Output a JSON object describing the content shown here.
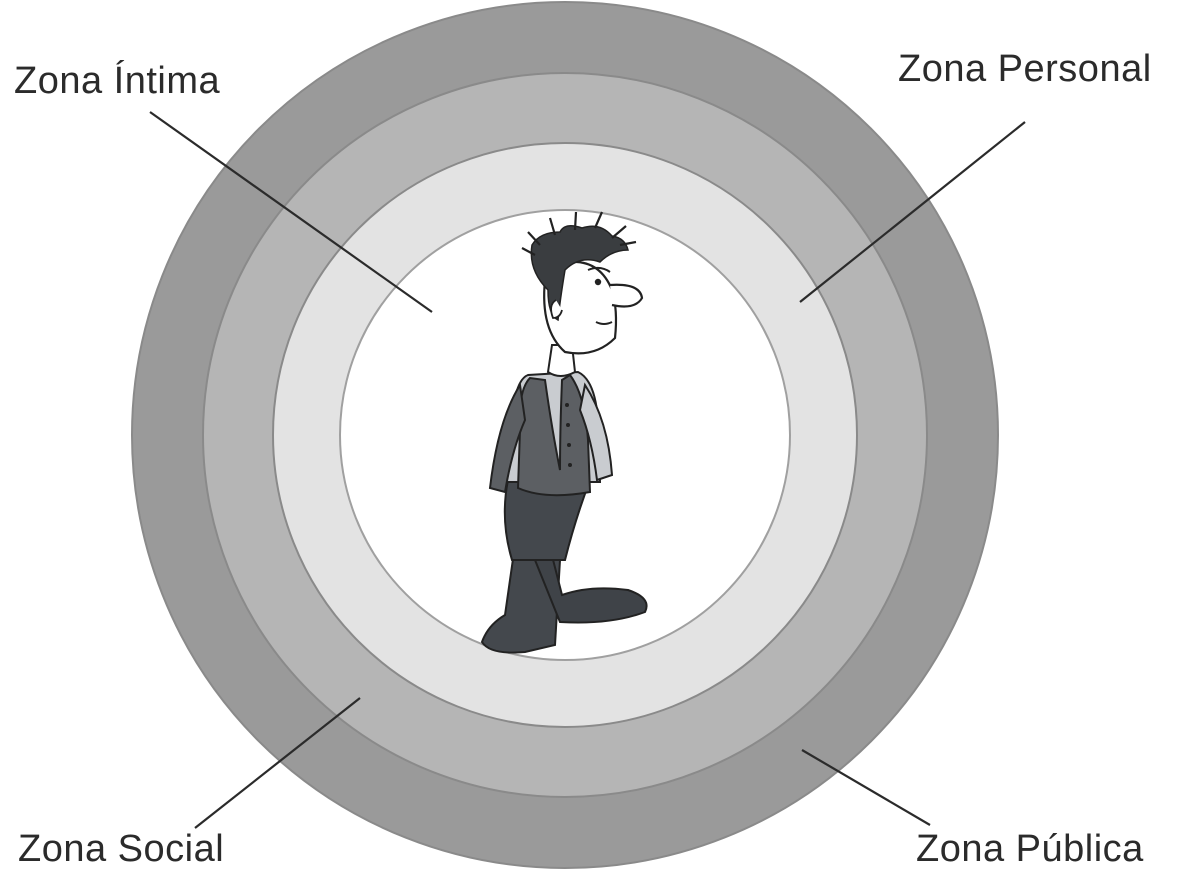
{
  "diagram": {
    "labels": {
      "intima": "Zona Íntima",
      "personal": "Zona Personal",
      "social": "Zona Social",
      "publica": "Zona Pública"
    },
    "colors": {
      "publica_ring": "#9a9a9a",
      "social_ring": "#b5b5b5",
      "personal_ring": "#e3e3e3",
      "intima_center": "#ffffff",
      "ring_edge": "#8a8a8a",
      "leader_line": "#2b2b2b",
      "figure_jacket": "#5c5f63",
      "figure_trousers": "#44484d",
      "figure_shirt": "#c9ccd0",
      "figure_hair": "#3a3d40"
    },
    "figure_icon": "standing-man-cartoon"
  }
}
